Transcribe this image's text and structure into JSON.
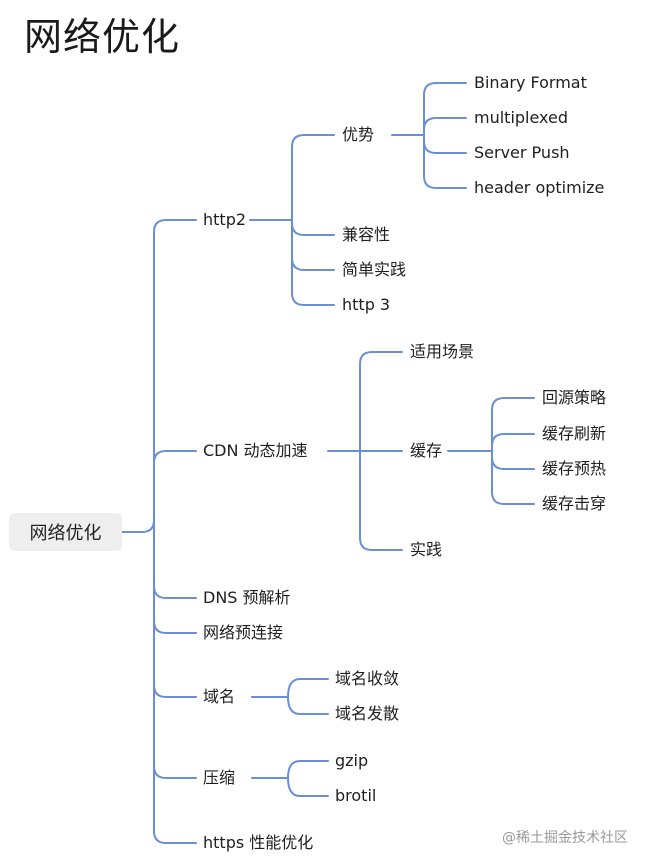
{
  "title": "网络优化",
  "root": "网络优化",
  "branches": {
    "http2": {
      "label": "http2",
      "advantage": {
        "label": "优势",
        "items": [
          "Binary Format",
          "multiplexed",
          "Server Push",
          "header optimize"
        ]
      },
      "children": [
        "兼容性",
        "简单实践",
        "http 3"
      ]
    },
    "cdn": {
      "label": "CDN 动态加速",
      "scenario": "适用场景",
      "cache": {
        "label": "缓存",
        "items": [
          "回源策略",
          "缓存刷新",
          "缓存预热",
          "缓存击穿"
        ]
      },
      "practice": "实践"
    },
    "dns": {
      "label": "DNS 预解析"
    },
    "preconnect": {
      "label": "网络预连接"
    },
    "domain": {
      "label": "域名",
      "items": [
        "域名收敛",
        "域名发散"
      ]
    },
    "compress": {
      "label": "压缩",
      "items": [
        "gzip",
        "brotil"
      ]
    },
    "https": {
      "label": "https 性能优化"
    }
  },
  "watermark": "@稀土掘金技术社区",
  "colors": {
    "connector": "#6b8fd6",
    "root_bg": "#eeeeee"
  }
}
